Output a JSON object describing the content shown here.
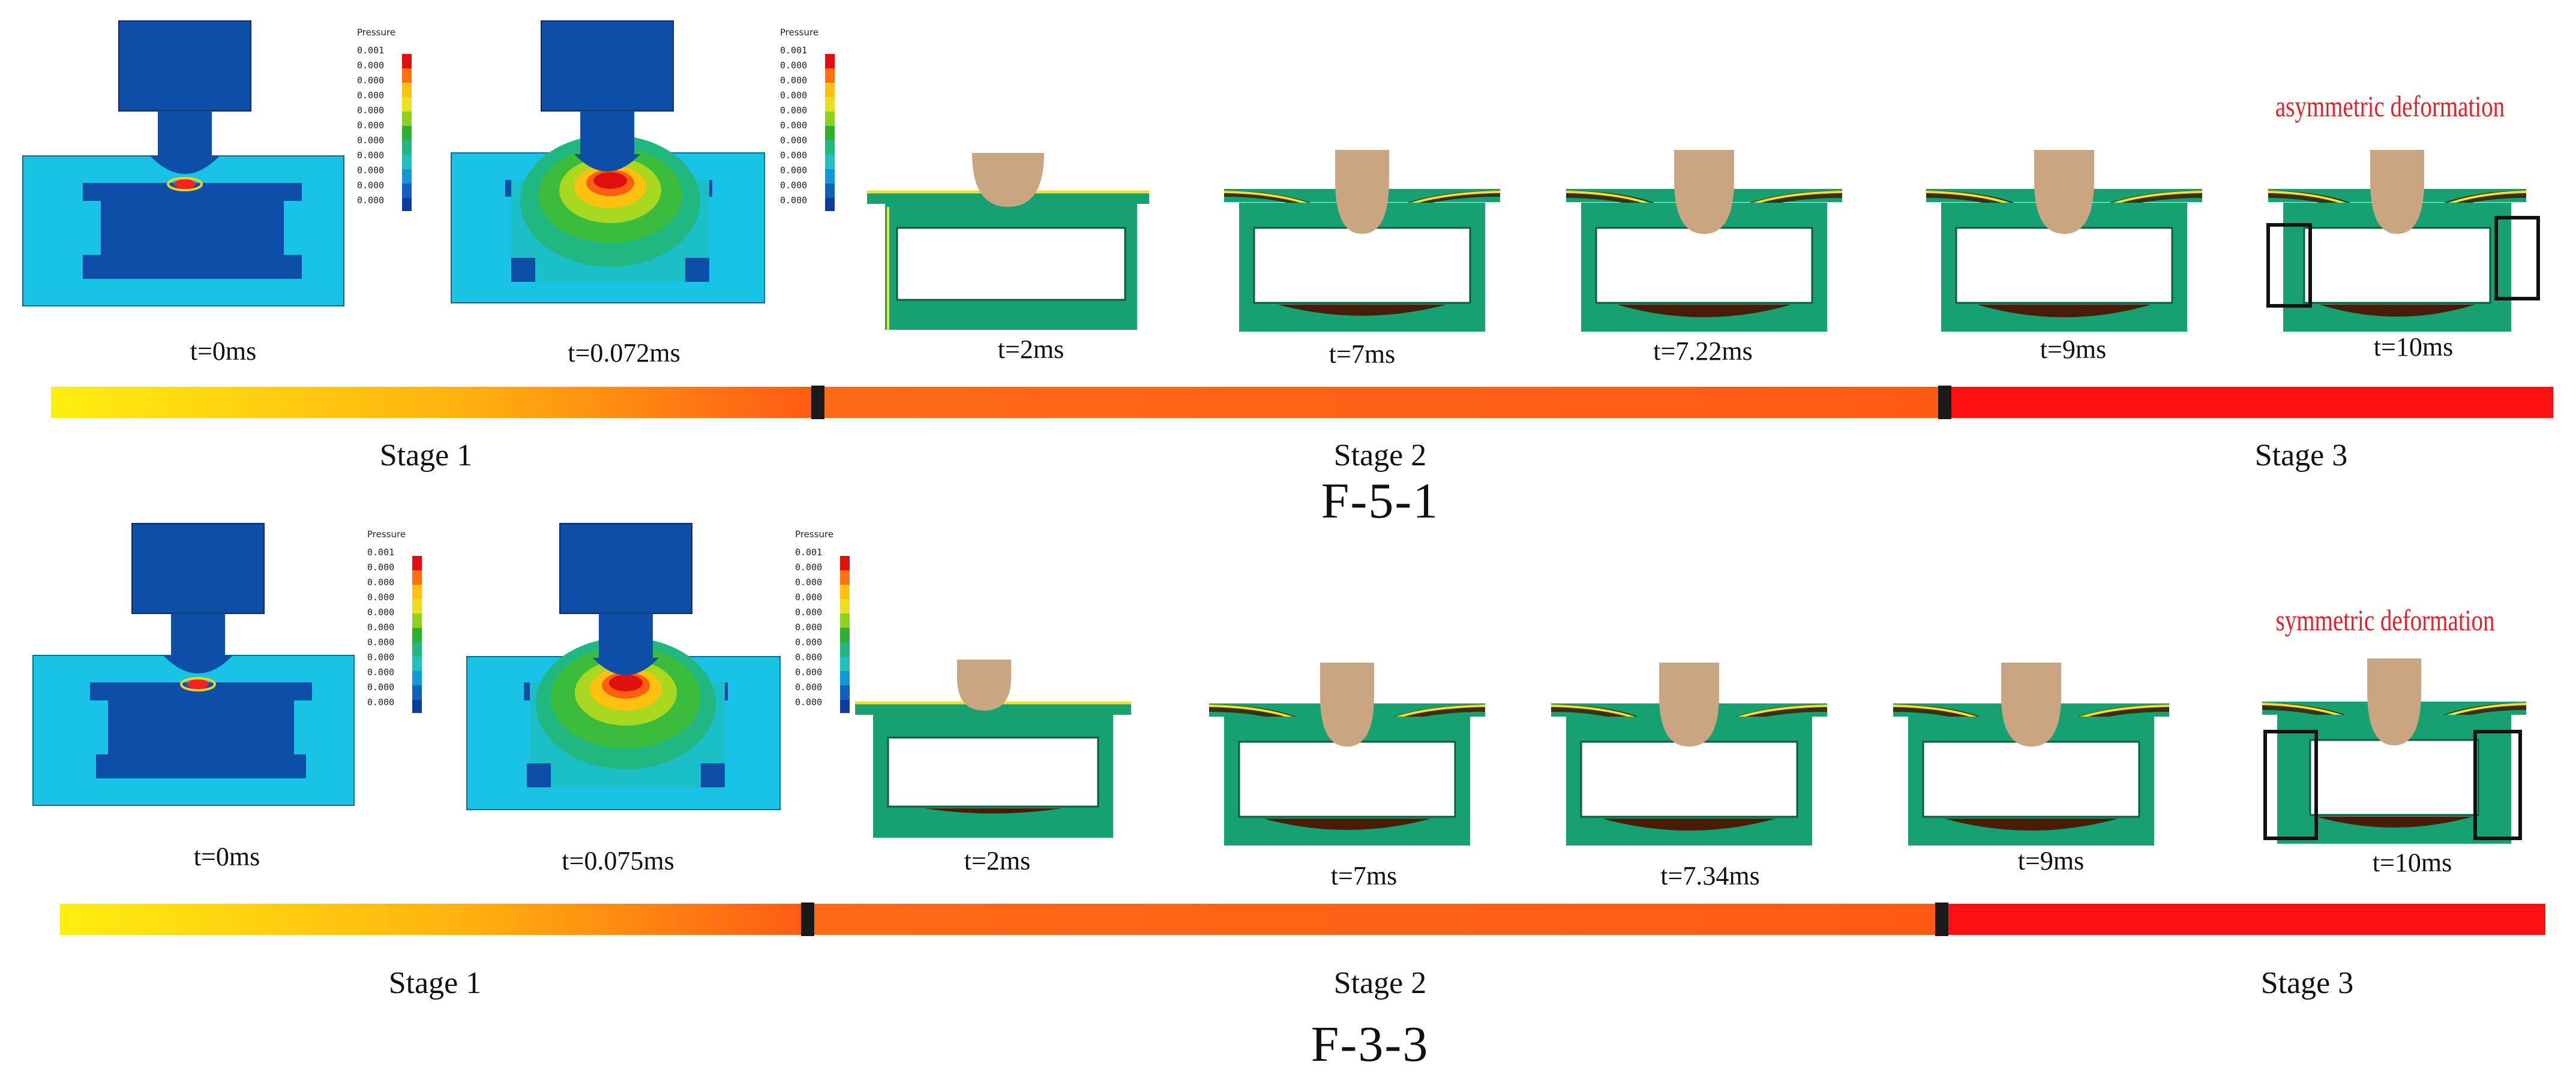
{
  "colors": {
    "die_blue": "#0d4fa8",
    "fluid_cyan": "#19c3e6",
    "foam_green": "#17a072",
    "punch_tan": "#c9a582",
    "skin_yellow": "#f0e030",
    "stage_red": "#ff1010",
    "stage_orange": "#ff5a14",
    "stage_yellow": "#ffee10",
    "annotation_red": "#e8202a"
  },
  "legend": {
    "title": "Pressure",
    "values": [
      "0.001",
      "0.000",
      "0.000",
      "0.000",
      "0.000",
      "0.000",
      "0.000",
      "0.000",
      "0.000",
      "0.000",
      "0.000"
    ],
    "colors": [
      "#e01010",
      "#ff7010",
      "#ffc010",
      "#e8e020",
      "#90d020",
      "#30b030",
      "#20b880",
      "#20c0c0",
      "#1098d8",
      "#1060c0",
      "#0d3c9c"
    ]
  },
  "panels": [
    {
      "id": "F-5-1",
      "title": "F-5-1",
      "times": [
        "t=0ms",
        "t=0.072ms",
        "t=2ms",
        "t=7ms",
        "t=7.22ms",
        "t=9ms",
        "t=10ms"
      ],
      "stages": [
        "Stage 1",
        "Stage 2",
        "Stage 3"
      ],
      "annotation": "asymmetric deformation"
    },
    {
      "id": "F-3-3",
      "title": "F-3-3",
      "times": [
        "t=0ms",
        "t=0.075ms",
        "t=2ms",
        "t=7ms",
        "t=7.34ms",
        "t=9ms",
        "t=10ms"
      ],
      "stages": [
        "Stage 1",
        "Stage 2",
        "Stage 3"
      ],
      "annotation": "symmetric deformation"
    }
  ]
}
